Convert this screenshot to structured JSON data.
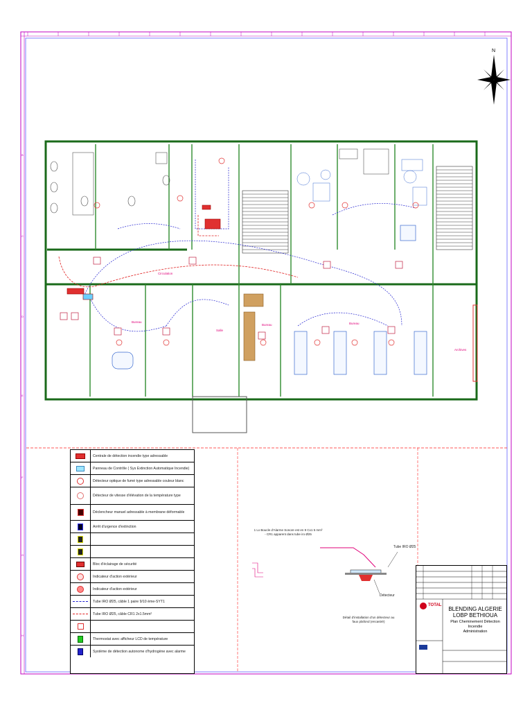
{
  "legend": {
    "items": [
      {
        "label": "Centrale de détection incendie type adressable",
        "icon": "fire-panel-icon"
      },
      {
        "label": "Panneau de Contrôle ( Sys Extinction Automatique Incendie)",
        "icon": "control-panel-icon"
      },
      {
        "label": "Détecteur optique de fumé type adressable couleur blanc",
        "icon": "smoke-detector-icon"
      },
      {
        "label": "Détecteur de vitesse d'élévation de la température type",
        "icon": "heat-detector-icon"
      },
      {
        "label": "Déclencheur manuel adressable à membrane déformable",
        "icon": "manual-call-point-icon"
      },
      {
        "label": "Arrêt d'urgence d'extinction",
        "icon": "emergency-stop-icon"
      },
      {
        "label": "",
        "icon": "device-icon"
      },
      {
        "label": "",
        "icon": "device-icon"
      },
      {
        "label": "Bloc d'éclairage de sécurité",
        "icon": "emergency-light-icon"
      },
      {
        "label": "Indicateur d'action extérieur",
        "icon": "indicator-icon"
      },
      {
        "label": "Indicateur d'action extérieur",
        "icon": "indicator-flash-icon"
      },
      {
        "label": "Tube IRO Ø25, câble 1 paire 9/10 ème-SYT1",
        "icon": "dashed-blue-line-icon"
      },
      {
        "label": "Tube IRO Ø25, câble CR1 2x1.5mm²",
        "icon": "dashed-red-line-icon"
      },
      {
        "label": "",
        "icon": "sounder-icon"
      },
      {
        "label": "Thermostat avec afficheur LCD de température",
        "icon": "thermostat-icon"
      },
      {
        "label": "Système de détection autonome d'hydrogène avec alarme",
        "icon": "hydrogen-detector-icon"
      }
    ]
  },
  "detail": {
    "note": "1 Lx Boucle d'Alarme Sonore est en 9 Cx1 5 mm² - CR1 apparent dans tube iro Ø25",
    "tube_label": "Tube IRO Ø25",
    "detector_label": "Détecteur",
    "caption": "Détail d'installation d'un détecteur au faux plafond (encastré)"
  },
  "title_block": {
    "company": "TOTAL",
    "project_line1": "BLENDING ALGERIE",
    "project_line2": "LOBP BETHIOUA",
    "drawing_line1": "Plan Cheminement Détection Incendie",
    "drawing_line2": "Administration"
  },
  "plan": {
    "rooms": [
      "Circulation",
      "Bureau",
      "Salle",
      "Bureau",
      "Bureau",
      "Archives"
    ],
    "north": "N"
  }
}
